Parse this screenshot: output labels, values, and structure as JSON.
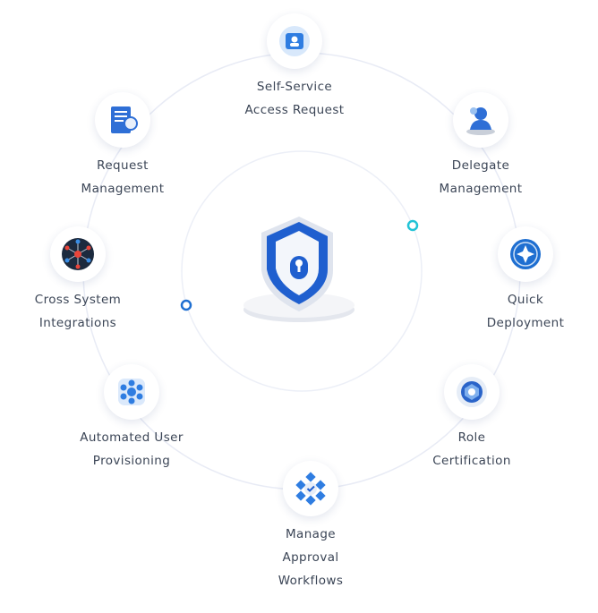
{
  "diagram": {
    "nodes": [
      {
        "id": "self-service",
        "label": "Self-Service\nAccess Request",
        "icon": "self-service-access-icon"
      },
      {
        "id": "delegate",
        "label": "Delegate\nManagement",
        "icon": "delegate-management-icon"
      },
      {
        "id": "quick",
        "label": "Quick\nDeployment",
        "icon": "quick-deployment-icon"
      },
      {
        "id": "role",
        "label": "Role\nCertification",
        "icon": "role-certification-icon"
      },
      {
        "id": "manage",
        "label": "Manage\nApproval\nWorkflows",
        "icon": "approval-workflows-icon"
      },
      {
        "id": "automated",
        "label": "Automated User\nProvisioning",
        "icon": "user-provisioning-icon"
      },
      {
        "id": "cross",
        "label": "Cross System\nIntegrations",
        "icon": "integrations-icon"
      },
      {
        "id": "request",
        "label": "Request\nManagement",
        "icon": "request-management-icon"
      }
    ],
    "center_icon": "shield-lock-icon",
    "colors": {
      "accent_blue": "#1f6fd1",
      "accent_cyan": "#22c3d6",
      "ring": "#e8ebf5",
      "text": "#3b4556"
    }
  }
}
